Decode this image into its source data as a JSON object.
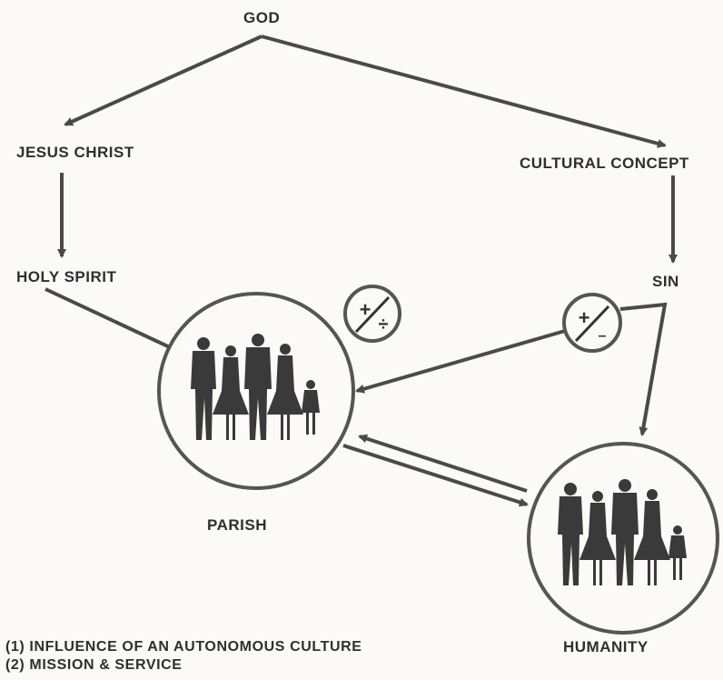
{
  "nodes": {
    "god": "GOD",
    "jesus_christ": "JESUS CHRIST",
    "cultural_concept": "CULTURAL CONCEPT",
    "holy_spirit": "HOLY SPIRIT",
    "sin": "SIN",
    "parish": "PARISH",
    "humanity": "HUMANITY"
  },
  "legend": [
    "(1) INFLUENCE OF AN AUTONOMOUS CULTURE",
    "(2) MISSION & SERVICE"
  ],
  "colors": {
    "ink": "#2e2e2e",
    "arrow": "#4a4a4a",
    "silhouette": "#3a3a3a",
    "background": "#fbfaf7"
  }
}
